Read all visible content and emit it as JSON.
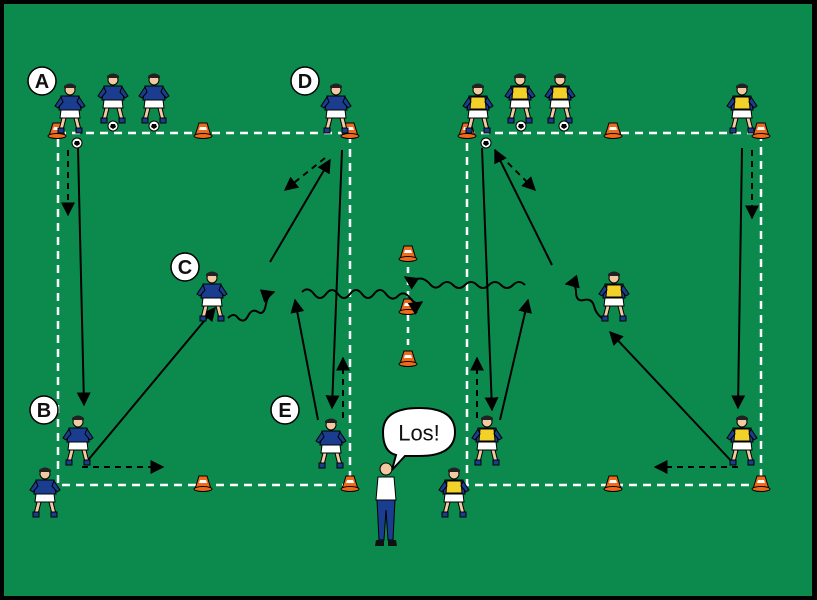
{
  "colors": {
    "field": "#0c8a4d",
    "border": "#000000",
    "team_left_shirt": "#1a3d8f",
    "team_right_bib": "#f2d129",
    "cone": "#f06a1e",
    "lines": "#ffffff"
  },
  "labels": {
    "a": "A",
    "b": "B",
    "c": "C",
    "d": "D",
    "e": "E"
  },
  "coach": {
    "speech": "Los!"
  },
  "icons": {
    "player": "player-icon",
    "ball": "ball-icon",
    "cone": "cone-icon",
    "coach": "coach-icon"
  }
}
